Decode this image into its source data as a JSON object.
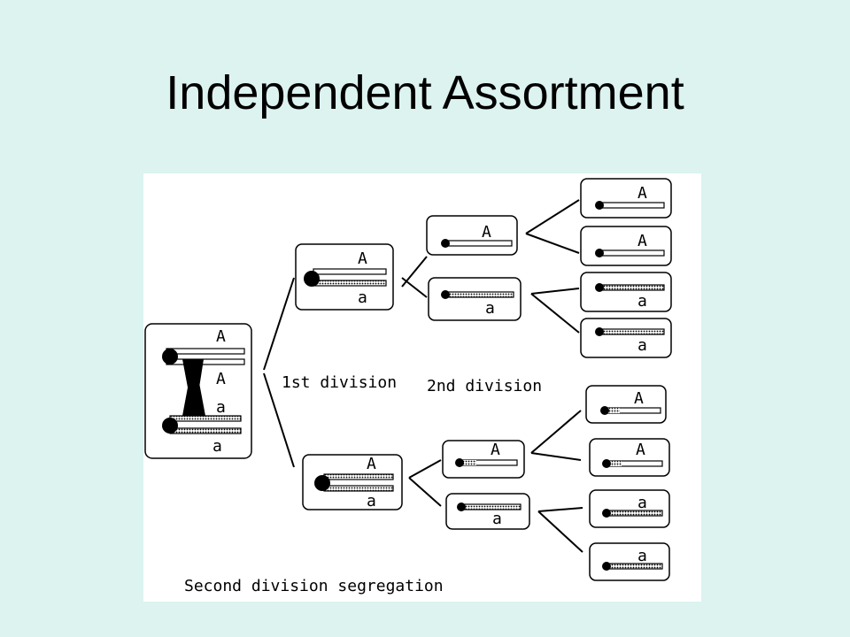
{
  "slide": {
    "title": "Independent Assortment"
  },
  "diagram": {
    "labels": {
      "first_division": "1st division",
      "second_division": "2nd division",
      "caption": "Second division segregation"
    },
    "alleles": {
      "dominant": "A",
      "recessive": "a"
    },
    "colors": {
      "panel": "#ffffff",
      "background": "#dcf3f0",
      "ink": "#000000"
    }
  }
}
